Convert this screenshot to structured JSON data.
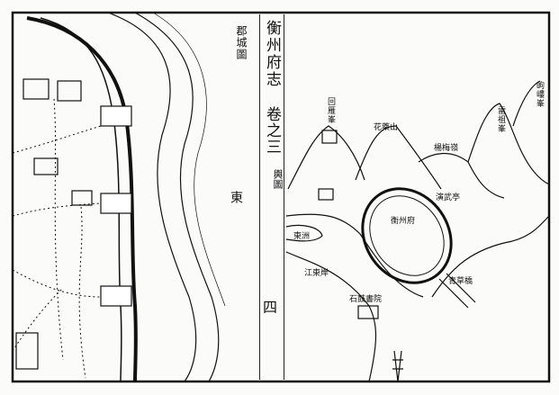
{
  "spine": {
    "book_title": "衡州府志",
    "volume": "卷之三",
    "section": "輿圖",
    "page_number": "四"
  },
  "left_map": {
    "title": "郡城圖",
    "river_label": "東"
  },
  "right_map": {
    "labels": {
      "huiyan_peak": "回雁峯",
      "huayao_mountain": "花藥山",
      "yangmei_ridge": "楊梅嶺",
      "leizu_peak": "雷祖峯",
      "goulou_peak": "岣嶁峯",
      "prefecture_city": "衡州府",
      "yanwu_pavilion": "演武亭",
      "dongzhou": "東洲",
      "jiangdong_bank": "江東岸",
      "shigu_academy": "石鼓書院",
      "qingcao_bridge": "青草橋"
    }
  },
  "colors": {
    "ink": "#111111",
    "paper": "#fbfbfa"
  }
}
